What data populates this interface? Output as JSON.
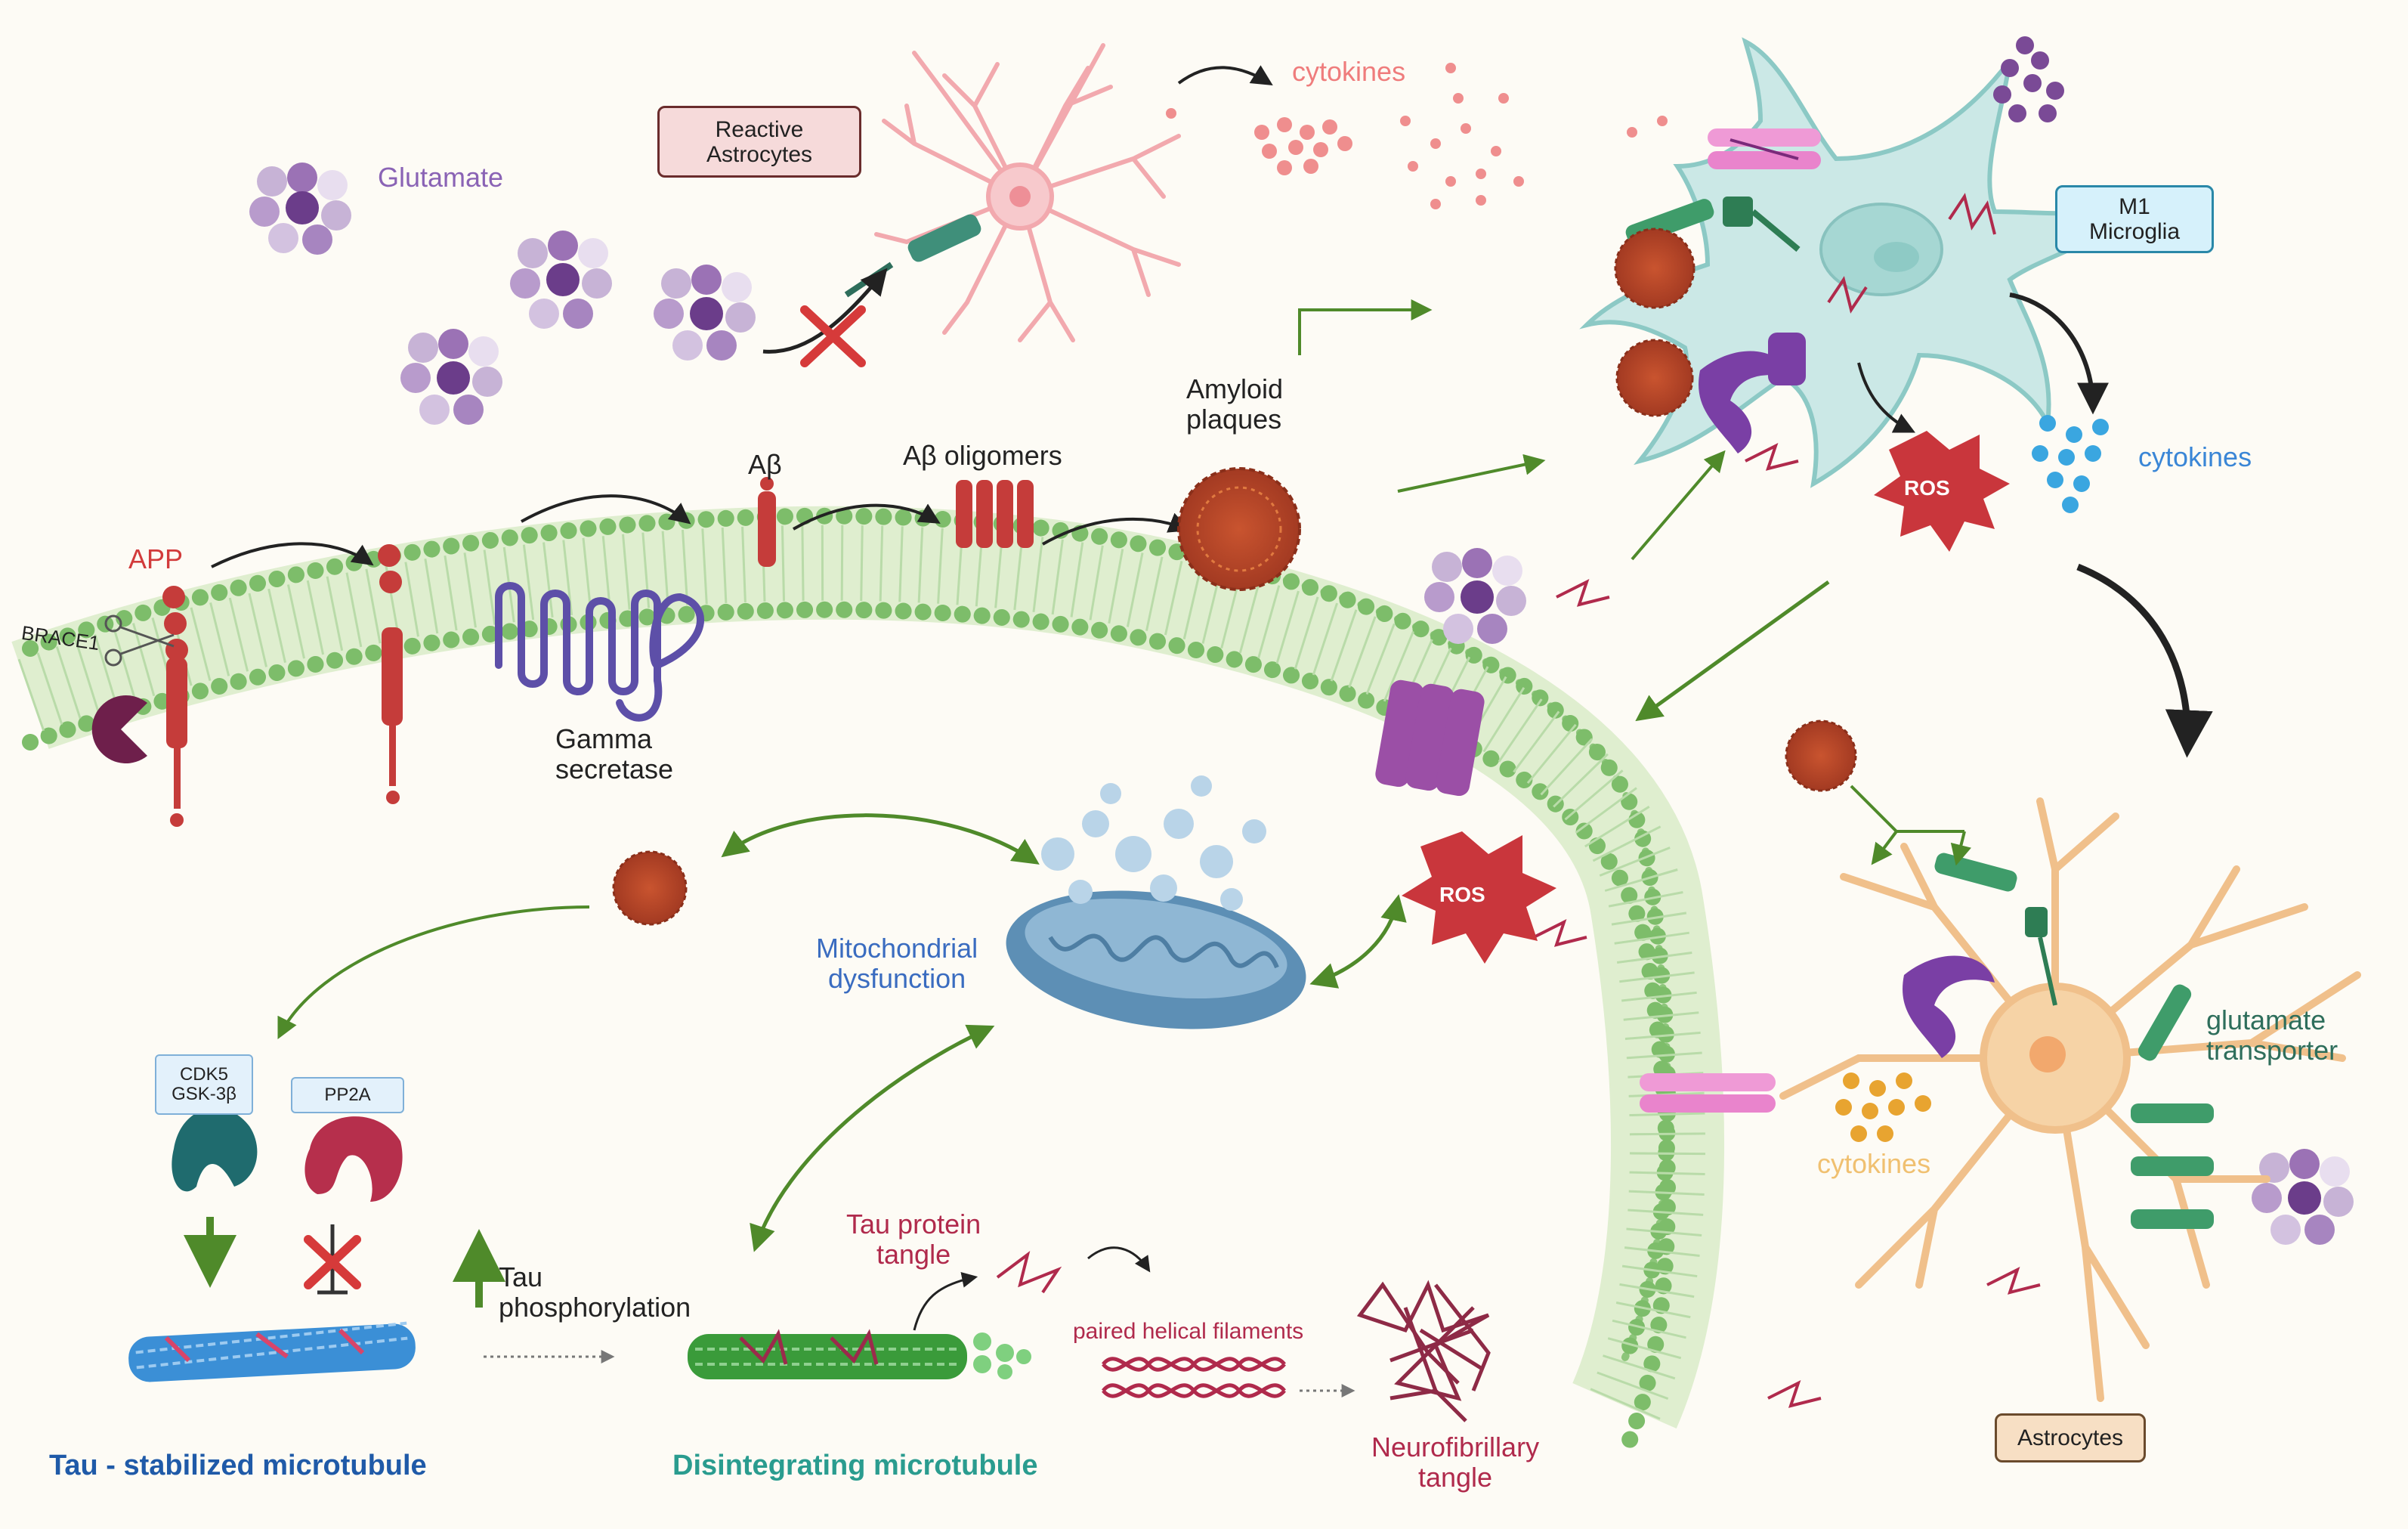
{
  "labels": {
    "glutamate": "Glutamate",
    "reactive_astrocytes": "Reactive\nAstrocytes",
    "cytokines_top": "cytokines",
    "m1_microglia": "M1\nMicroglia",
    "cytokines_right": "cytokines",
    "amyloid_plaques": "Amyloid\nplaques",
    "abeta": "Aβ",
    "abeta_oligomers": "Aβ oligomers",
    "app": "APP",
    "brace1": "BRACE1",
    "gamma_secretase": "Gamma\nsecretase",
    "ros_top": "ROS",
    "ros_mid": "ROS",
    "mitochondrial_dysfunction": "Mitochondrial\ndysfunction",
    "cdk5_gsk": "CDK5\nGSK-3β",
    "pp2a": "PP2A",
    "tau_phosphorylation": "Tau\nphosphorylation",
    "tau_protein_tangle": "Tau protein\ntangle",
    "paired_helical_filaments": "paired helical filaments",
    "neurofibrillary_tangle": "Neurofibrillary\ntangle",
    "glutamate_transporter": "glutamate\ntransporter",
    "cytokines_bottom": "cytokines",
    "astrocytes": "Astrocytes",
    "tau_stabilized_microtubule": "Tau - stabilized microtubule",
    "disintegrating_microtubule": "Disintegrating microtubule"
  },
  "colors": {
    "background": "#fdfbf5",
    "membrane": "#7dbd6a",
    "app_red": "#c53c3a",
    "gamma_purple": "#5d4fa8",
    "glutamate_purple": "#7a4a96",
    "microglia": "#bfe3e2",
    "astrocyte": "#f6d3a6",
    "reactive_astrocyte": "#f2b8bc",
    "ros": "#c9363c",
    "mitochondria": "#5d8fb5",
    "tangle": "#8e2a46",
    "blue_title": "#1f5aa8",
    "teal_title": "#2a9c8f",
    "green_arrow": "#4f8a2a"
  },
  "icons": [
    "glutamate-cluster",
    "astrocyte-cell",
    "microglia-cell",
    "amyloid-plaque",
    "ros-burst",
    "mitochondrion",
    "microtubule",
    "scissors-icon",
    "pacman-enzyme",
    "ion-channel",
    "tau-fibril"
  ]
}
